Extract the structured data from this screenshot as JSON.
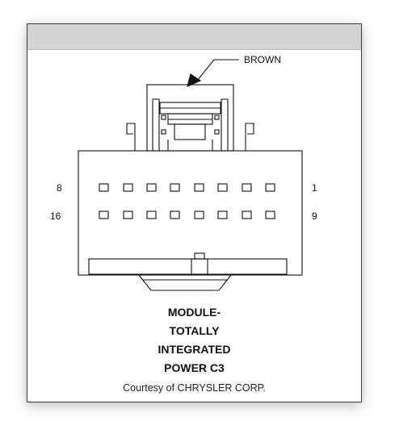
{
  "wire_color_label": "BROWN",
  "pin_labels": {
    "top_left": "8",
    "top_right": "1",
    "bottom_left": "16",
    "bottom_right": "9"
  },
  "caption": {
    "line1": "MODULE-",
    "line2": "TOTALLY",
    "line3": "INTEGRATED",
    "line4": "POWER C3"
  },
  "credit": "Courtesy of CHRYSLER CORP."
}
